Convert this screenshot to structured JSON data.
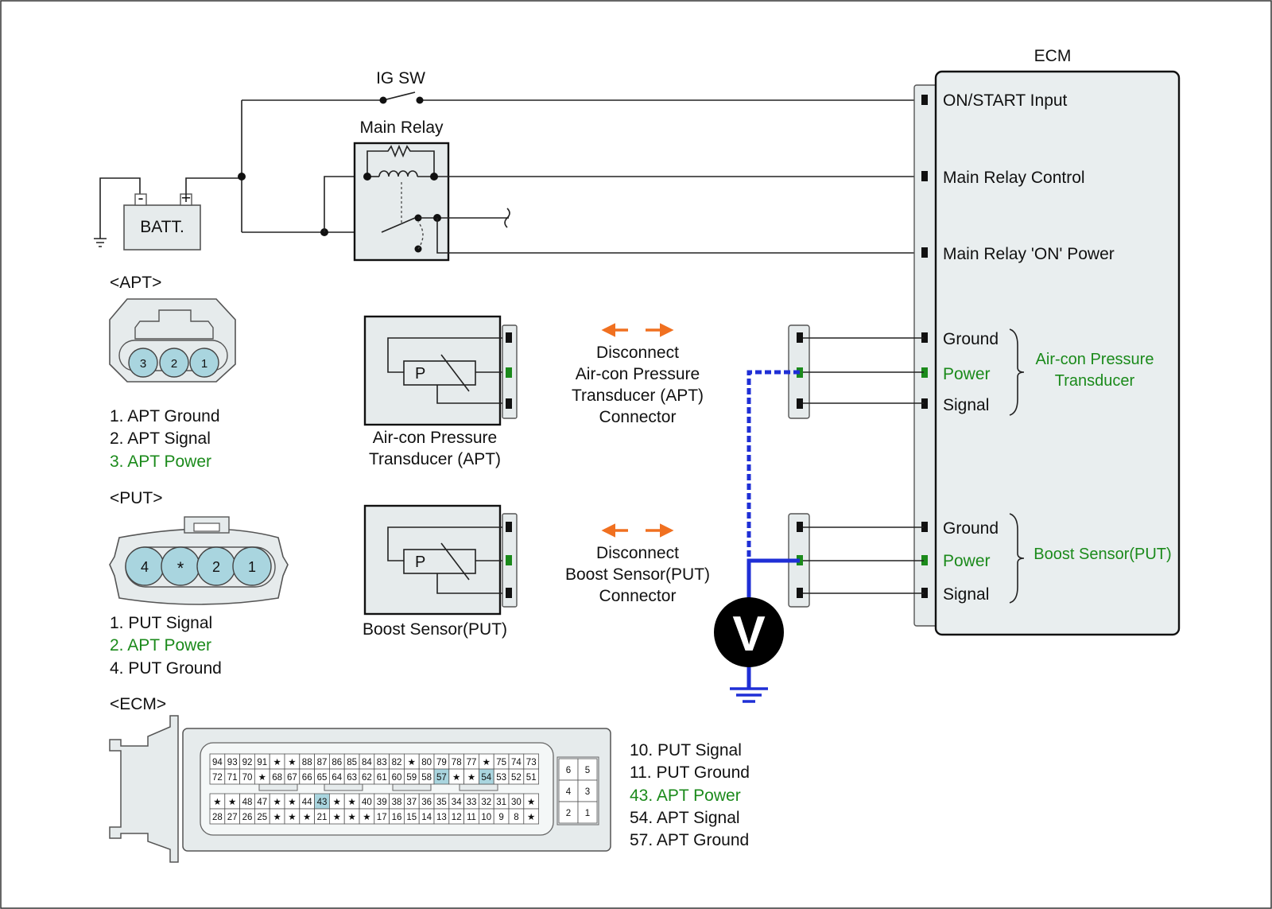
{
  "colors": {
    "power_label": "#1b8a1b",
    "meter_wire": "#1f2fd6",
    "arrow": "#f07020",
    "ecm_fill": "#e9eeef",
    "pin_highlight": "#a9d5df"
  },
  "top_circuit": {
    "ig_sw": "IG SW",
    "main_relay": "Main Relay",
    "battery": "BATT.",
    "batt_minus": "-",
    "batt_plus": "+"
  },
  "ecm": {
    "title": "ECM",
    "terminals": [
      "ON/START Input",
      "Main Relay Control",
      "Main Relay 'ON' Power"
    ],
    "apt_group": {
      "pins": [
        "Ground",
        "Power",
        "Signal"
      ],
      "label": [
        "Air-con Pressure",
        "Transducer"
      ]
    },
    "put_group": {
      "pins": [
        "Ground",
        "Power",
        "Signal"
      ],
      "label": "Boost Sensor(PUT)"
    }
  },
  "apt_connector": {
    "heading": "<APT>",
    "pin_numbers": [
      "3",
      "2",
      "1"
    ],
    "legend": [
      "1. APT Ground",
      "2. APT Signal",
      "3. APT Power"
    ]
  },
  "put_connector": {
    "heading": "<PUT>",
    "pin_numbers": [
      "4",
      "*",
      "2",
      "1"
    ],
    "legend": [
      "1. PUT Signal",
      "2. APT Power",
      "4. PUT Ground"
    ]
  },
  "ecm_connector": {
    "heading": "<ECM>",
    "legend": [
      "10. PUT Signal",
      "11. PUT Ground",
      "43. APT Power",
      "54. APT Signal",
      "57. APT Ground"
    ],
    "rows": [
      [
        "94",
        "93",
        "92",
        "91",
        "★",
        "★",
        "88",
        "87",
        "86",
        "85",
        "84",
        "83",
        "82",
        "★",
        "80",
        "79",
        "78",
        "77",
        "★",
        "75",
        "74",
        "73"
      ],
      [
        "72",
        "71",
        "70",
        "★",
        "68",
        "67",
        "66",
        "65",
        "64",
        "63",
        "62",
        "61",
        "60",
        "59",
        "58",
        "57",
        "★",
        "★",
        "54",
        "53",
        "52",
        "51"
      ],
      [
        "★",
        "★",
        "48",
        "47",
        "★",
        "★",
        "44",
        "43",
        "★",
        "★",
        "40",
        "39",
        "38",
        "37",
        "36",
        "35",
        "34",
        "33",
        "32",
        "31",
        "30",
        "★"
      ],
      [
        "28",
        "27",
        "26",
        "25",
        "★",
        "★",
        "★",
        "21",
        "★",
        "★",
        "★",
        "17",
        "16",
        "15",
        "14",
        "13",
        "12",
        "11",
        "10",
        "9",
        "8",
        "★"
      ]
    ],
    "highlighted": [
      "43",
      "54",
      "57"
    ],
    "small_block": [
      [
        "6",
        "5"
      ],
      [
        "4",
        "3"
      ],
      [
        "2",
        "1"
      ]
    ]
  },
  "sensors": {
    "apt_name": [
      "Air-con Pressure",
      "Transducer (APT)"
    ],
    "put_name": "Boost Sensor(PUT)",
    "p_symbol": "P"
  },
  "instructions": {
    "apt": [
      "Disconnect",
      "Air-con Pressure",
      "Transducer (APT)",
      "Connector"
    ],
    "put": [
      "Disconnect",
      "Boost Sensor(PUT)",
      "Connector"
    ]
  },
  "meter": {
    "symbol": "V"
  }
}
